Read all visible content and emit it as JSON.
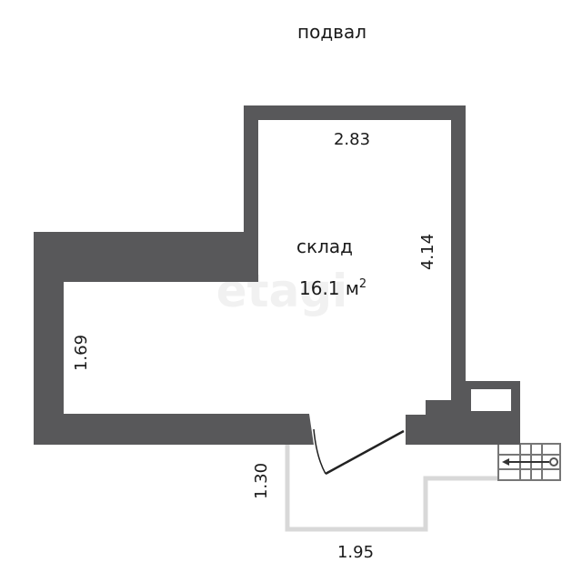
{
  "plan": {
    "floor_label": "подвал",
    "room_name": "склад",
    "room_area": "16.1 м",
    "area_unit_superscript": "2",
    "watermark": "etagi",
    "dimensions": {
      "top_width": "2.83",
      "right_height": "4.14",
      "left_height": "1.69",
      "porch_height": "1.30",
      "porch_width": "1.95"
    },
    "colors": {
      "wall": "#58585a",
      "porch_outline": "#d8d8d8",
      "stair_outline": "#777777",
      "text": "#1a1a1a"
    },
    "icons": [
      "door-swing-icon",
      "stairs-icon",
      "stairs-direction-arrow-icon"
    ]
  }
}
